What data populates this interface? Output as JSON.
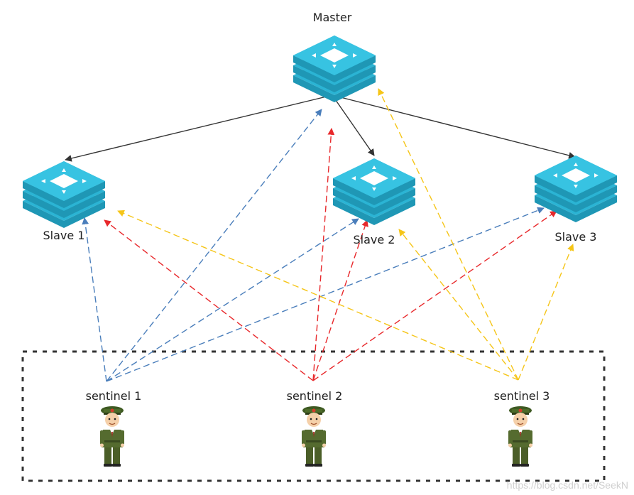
{
  "nodes": {
    "master": {
      "label": "Master"
    },
    "slave1": {
      "label": "Slave 1"
    },
    "slave2": {
      "label": "Slave 2"
    },
    "slave3": {
      "label": "Slave 3"
    },
    "sentinel1": {
      "label": "sentinel 1"
    },
    "sentinel2": {
      "label": "sentinel 2"
    },
    "sentinel3": {
      "label": "sentinel 3"
    }
  },
  "edges": {
    "replication": [
      {
        "from": "master",
        "to": "slave1"
      },
      {
        "from": "master",
        "to": "slave2"
      },
      {
        "from": "master",
        "to": "slave3"
      }
    ],
    "monitoring": [
      {
        "from": "sentinel1",
        "to": "master"
      },
      {
        "from": "sentinel1",
        "to": "slave1"
      },
      {
        "from": "sentinel1",
        "to": "slave2"
      },
      {
        "from": "sentinel1",
        "to": "slave3"
      },
      {
        "from": "sentinel2",
        "to": "master"
      },
      {
        "from": "sentinel2",
        "to": "slave1"
      },
      {
        "from": "sentinel2",
        "to": "slave2"
      },
      {
        "from": "sentinel2",
        "to": "slave3"
      },
      {
        "from": "sentinel3",
        "to": "master"
      },
      {
        "from": "sentinel3",
        "to": "slave1"
      },
      {
        "from": "sentinel3",
        "to": "slave2"
      },
      {
        "from": "sentinel3",
        "to": "slave3"
      }
    ]
  },
  "colors": {
    "replication": "#333333",
    "sentinel1": "#4a7ebb",
    "sentinel2": "#e8282b",
    "sentinel3": "#f5c518",
    "server_icon": "#2bb4d4",
    "group_border": "#333333"
  },
  "icons": {
    "server": "redis-server-icon",
    "sentinel": "soldier-icon"
  },
  "watermark": "https://blog.csdn.net/SeekN"
}
